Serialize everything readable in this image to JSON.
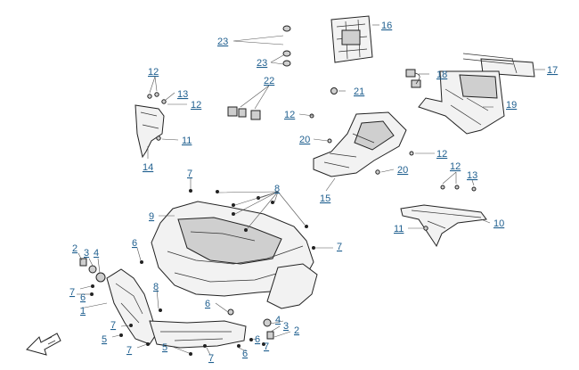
{
  "callouts": {
    "c1": "1",
    "c2a": "2",
    "c2b": "2",
    "c3a": "3",
    "c3b": "3",
    "c4a": "4",
    "c4b": "4",
    "c5a": "5",
    "c5b": "5",
    "c6a": "6",
    "c6b": "6",
    "c6c": "6",
    "c6d": "6",
    "c7a": "7",
    "c7b": "7",
    "c7c": "7",
    "c7d": "7",
    "c7e": "7",
    "c7f": "7",
    "c7g": "7",
    "c8a": "8",
    "c8b": "8",
    "c9": "9",
    "c10": "10",
    "c11a": "11",
    "c11b": "11",
    "c12a": "12",
    "c12b": "12",
    "c12c": "12",
    "c12d": "12",
    "c12e": "12",
    "c13a": "13",
    "c13b": "13",
    "c14": "14",
    "c15": "15",
    "c16": "16",
    "c17": "17",
    "c18": "18",
    "c19": "19",
    "c20a": "20",
    "c20b": "20",
    "c21": "21",
    "c22": "22",
    "c23a": "23",
    "c23b": "23"
  },
  "colors": {
    "callout": "#1f5f8f",
    "line": "#222222",
    "fill": "#f2f2f2"
  },
  "icons": {
    "direction": "front-arrow-icon"
  }
}
